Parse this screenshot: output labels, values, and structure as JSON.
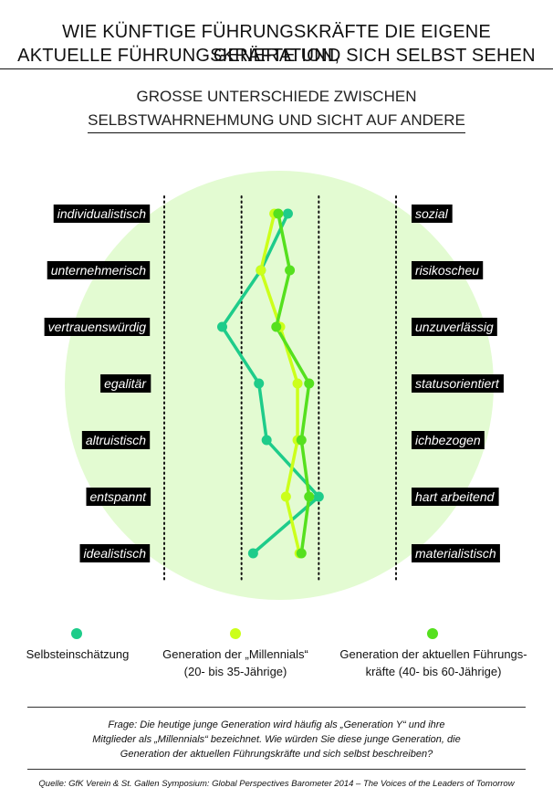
{
  "title": {
    "line1": "WIE KÜNFTIGE FÜHRUNGSKRÄFTE DIE EIGENE GENERATION,",
    "line2": "AKTUELLE FÜHRUNGSKRÄFTE UND SICH SELBST SEHEN"
  },
  "subtitle": {
    "line1": "GROSSE UNTERSCHIEDE ZWISCHEN",
    "line2": "SELBSTWAHRNEHMUNG UND SICHT AUF ANDERE"
  },
  "chart_data": {
    "type": "line",
    "orientation": "vertical-profile",
    "left_labels": [
      "individualistisch",
      "unternehmerisch",
      "vertrauenswürdig",
      "egalitär",
      "altruistisch",
      "entspannt",
      "idealistisch"
    ],
    "right_labels": [
      "sozial",
      "risikoscheu",
      "unzuverlässig",
      "statusorientiert",
      "ichbezogen",
      "hart arbeitend",
      "materialistisch"
    ],
    "xlim": [
      -3,
      3
    ],
    "series": [
      {
        "name": "Selbsteinschätzung",
        "color": "#1ecc8a",
        "values": [
          0.2,
          -0.5,
          -1.5,
          -0.55,
          -0.35,
          1.0,
          -0.7
        ]
      },
      {
        "name": "Generation der „Millennials“ (20- bis 35-Jährige)",
        "color": "#ccff1a",
        "values": [
          -0.15,
          -0.5,
          0.0,
          0.45,
          0.45,
          0.15,
          0.5
        ]
      },
      {
        "name": "Generation der aktuellen Führungskräfte (40- bis 60-Jährige)",
        "color": "#55e01e",
        "values": [
          -0.05,
          0.25,
          -0.1,
          0.75,
          0.55,
          0.75,
          0.55
        ]
      }
    ],
    "grid": "dotted vertical"
  },
  "legend": [
    {
      "line1": "Selbsteinschätzung",
      "line2": "",
      "color": "#1ecc8a"
    },
    {
      "line1": "Generation der „Millennials“",
      "line2": "(20- bis 35-Jährige)",
      "color": "#ccff1a"
    },
    {
      "line1": "Generation der aktuellen Führungs-",
      "line2": "kräfte (40- bis 60-Jährige)",
      "color": "#55e01e"
    }
  ],
  "note": {
    "line1": "Frage: Die heutige junge Generation wird häufig als „Generation Y“ und ihre",
    "line2": "Mitglieder als „Millennials“ bezeichnet. Wie würden Sie diese junge Generation, die",
    "line3": "Generation der aktuellen Führungskräfte und sich selbst beschreiben?"
  },
  "source": "Quelle: GfK Verein & St. Gallen Symposium: Global Perspectives Barometer 2014 – The Voices of the Leaders of Tomorrow",
  "colors": {
    "background_circle": "#e3fbd2",
    "label_box": "#000000",
    "label_text": "#ffffff"
  }
}
